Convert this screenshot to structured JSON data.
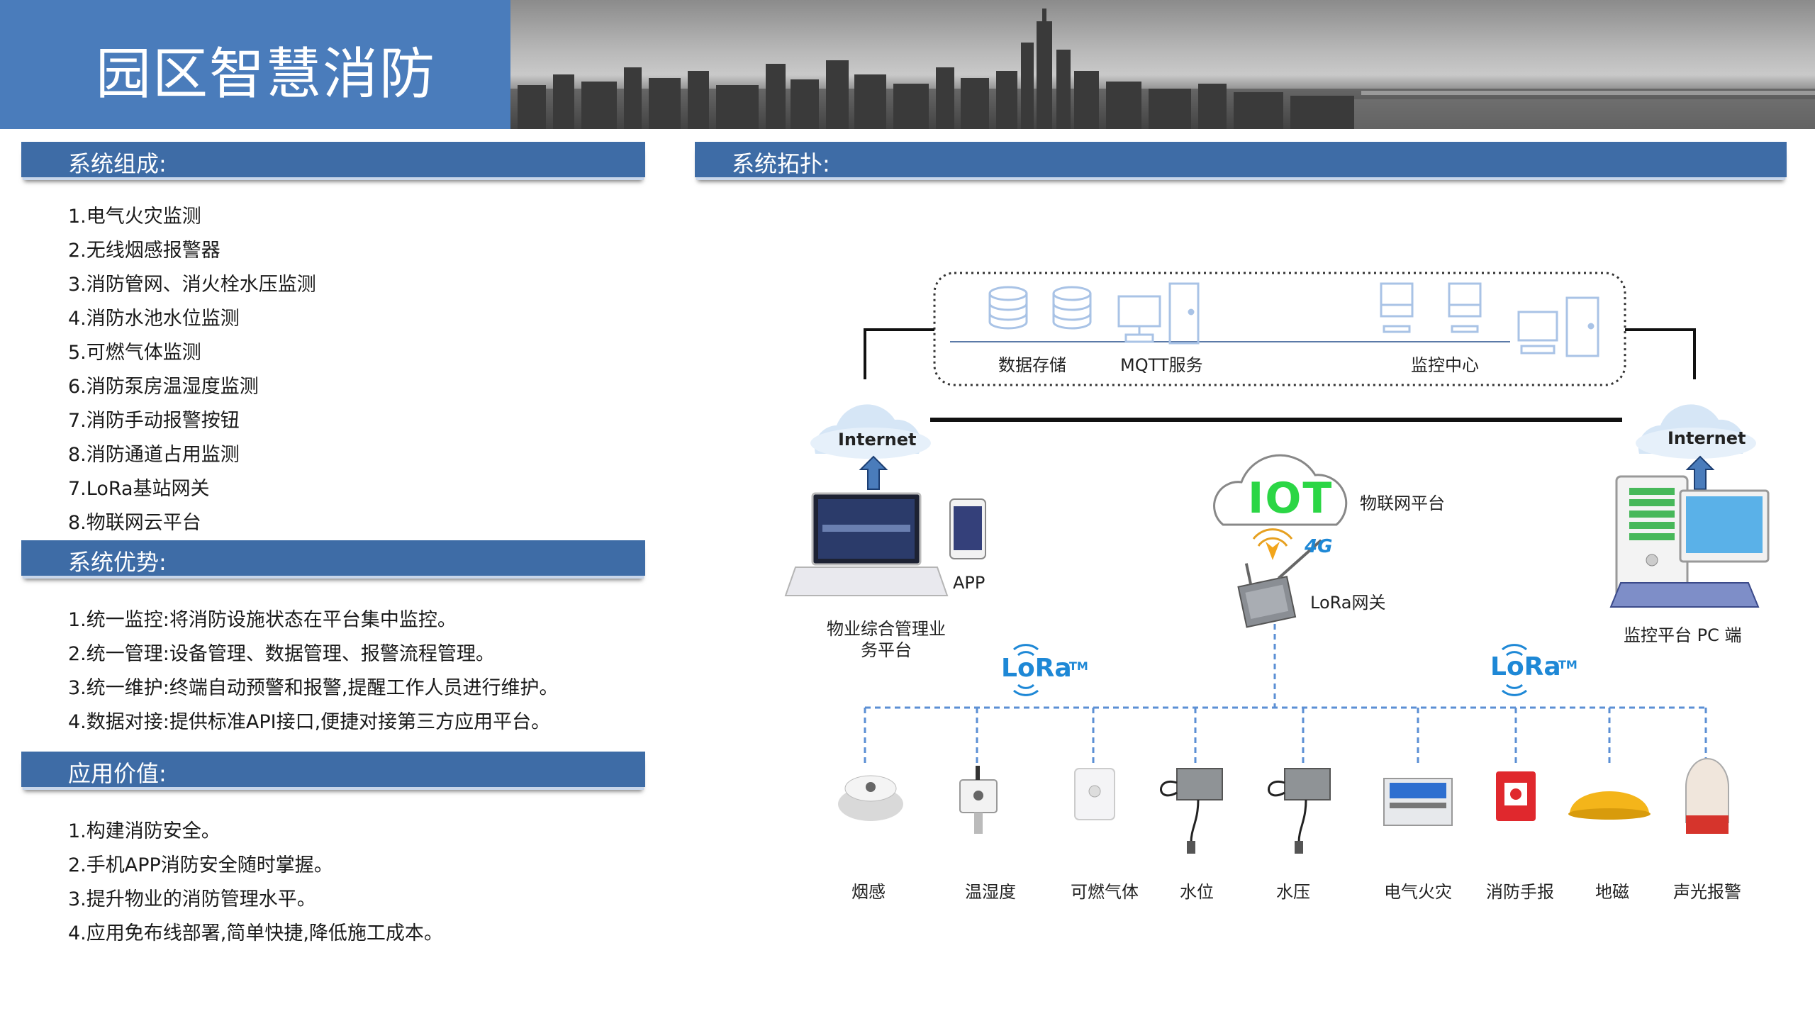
{
  "header": {
    "title": "园区智慧消防"
  },
  "composition": {
    "heading": "系统组成:",
    "items": [
      "1.电气火灾监测",
      "2.无线烟感报警器",
      "3.消防管网、消火栓水压监测",
      "4.消防水池水位监测",
      "5.可燃气体监测",
      "6.消防泵房温湿度监测",
      "7.消防手动报警按钮",
      "8.消防通道占用监测",
      "7.LoRa基站网关",
      "8.物联网云平台"
    ]
  },
  "advantages": {
    "heading": "系统优势:",
    "items": [
      "1.统一监控:将消防设施状态在平台集中监控。",
      "2.统一管理:设备管理、数据管理、报警流程管理。",
      "3.统一维护:终端自动预警和报警,提醒工作人员进行维护。",
      "4.数据对接:提供标准API接口,便捷对接第三方应用平台。"
    ]
  },
  "value": {
    "heading": "应用价值:",
    "items": [
      "1.构建消防安全。",
      "2.手机APP消防安全随时掌握。",
      "3.提升物业的消防管理水平。",
      "4.应用免布线部署,简单快捷,降低施工成本。"
    ]
  },
  "topology": {
    "heading": "系统拓扑:",
    "cloud_services": [
      "数据存储",
      "MQTT服务",
      "监控中心"
    ],
    "internet_left": "Internet",
    "internet_right": "Internet",
    "iot_logo": "IOT",
    "iot_platform": "物联网平台",
    "gateway": "LoRa网关",
    "signal_4g": "4G",
    "app": "APP",
    "property_platform": "物业综合管理业务平台",
    "monitor_pc": "监控平台 PC 端",
    "lora_logo_text": "LoRa",
    "lora_tm": "TM",
    "devices": [
      "烟感",
      "温湿度",
      "可燃气体",
      "水位",
      "水压",
      "电气火灾",
      "消防手报",
      "地磁",
      "声光报警"
    ]
  },
  "colors": {
    "header_blue": "#4a7cbb",
    "bar_blue": "#3e6ca6",
    "iot_green": "#2bd645",
    "lora_blue": "#1e88d6",
    "dash_blue": "#5b8fd4"
  }
}
